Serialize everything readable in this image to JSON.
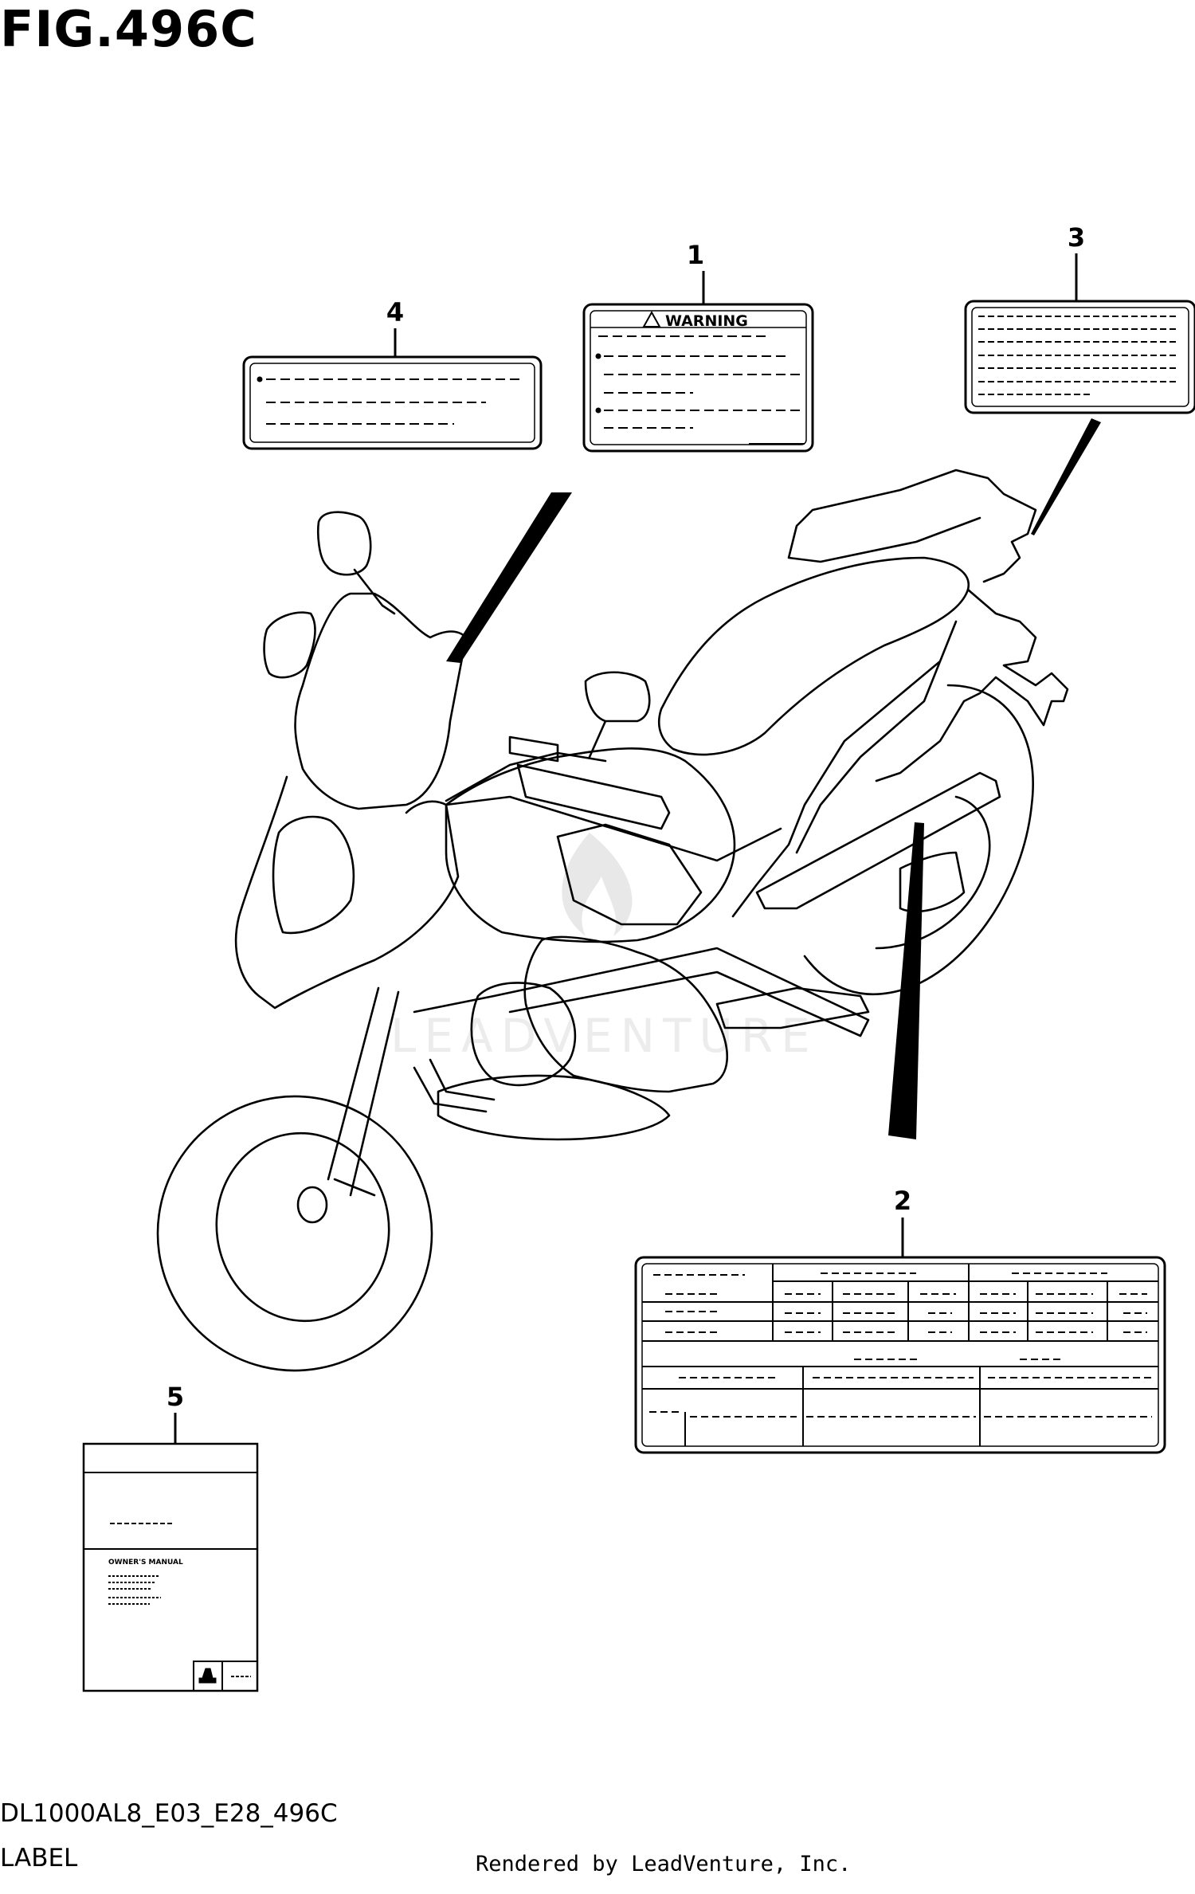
{
  "header": {
    "figure_title": "FIG.496C"
  },
  "footer": {
    "model_code": "DL1000AL8_E03_E28_496C",
    "section_name": "LABEL",
    "rendered_by": "Rendered by LeadVenture, Inc."
  },
  "watermark": {
    "text": "LEADVENTURE"
  },
  "callouts": [
    "1",
    "2",
    "3",
    "4",
    "5"
  ],
  "labels": {
    "warning_label": {
      "header": "WARNING"
    },
    "manual_label": {
      "title": "OWNER'S MANUAL"
    }
  },
  "colors": {
    "line": "#000000",
    "background": "#ffffff",
    "watermark": "#e6e6e6"
  }
}
